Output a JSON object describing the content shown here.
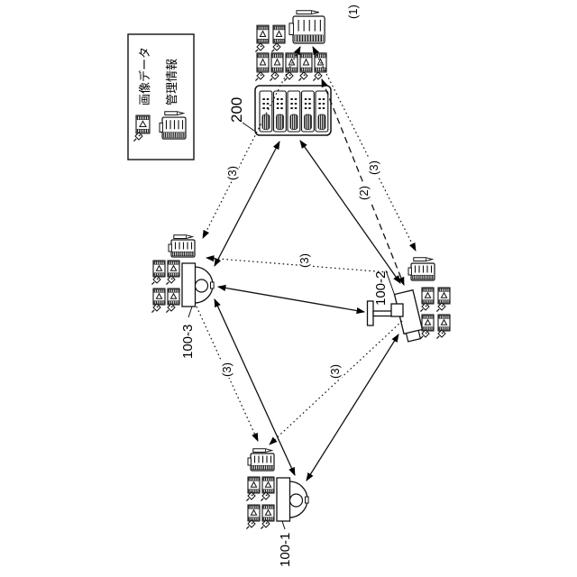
{
  "figure": {
    "labels": {
      "server": "200",
      "camera_1": "100-1",
      "camera_2": "100-2",
      "camera_3": "100-3",
      "step_1": "(1)",
      "step_2": "(2)",
      "step_3": "(3)"
    },
    "legend": {
      "items": [
        {
          "icon": "image-data-icon",
          "label": "画像データ"
        },
        {
          "icon": "management-info-icon",
          "label": "管理情報"
        }
      ]
    }
  }
}
